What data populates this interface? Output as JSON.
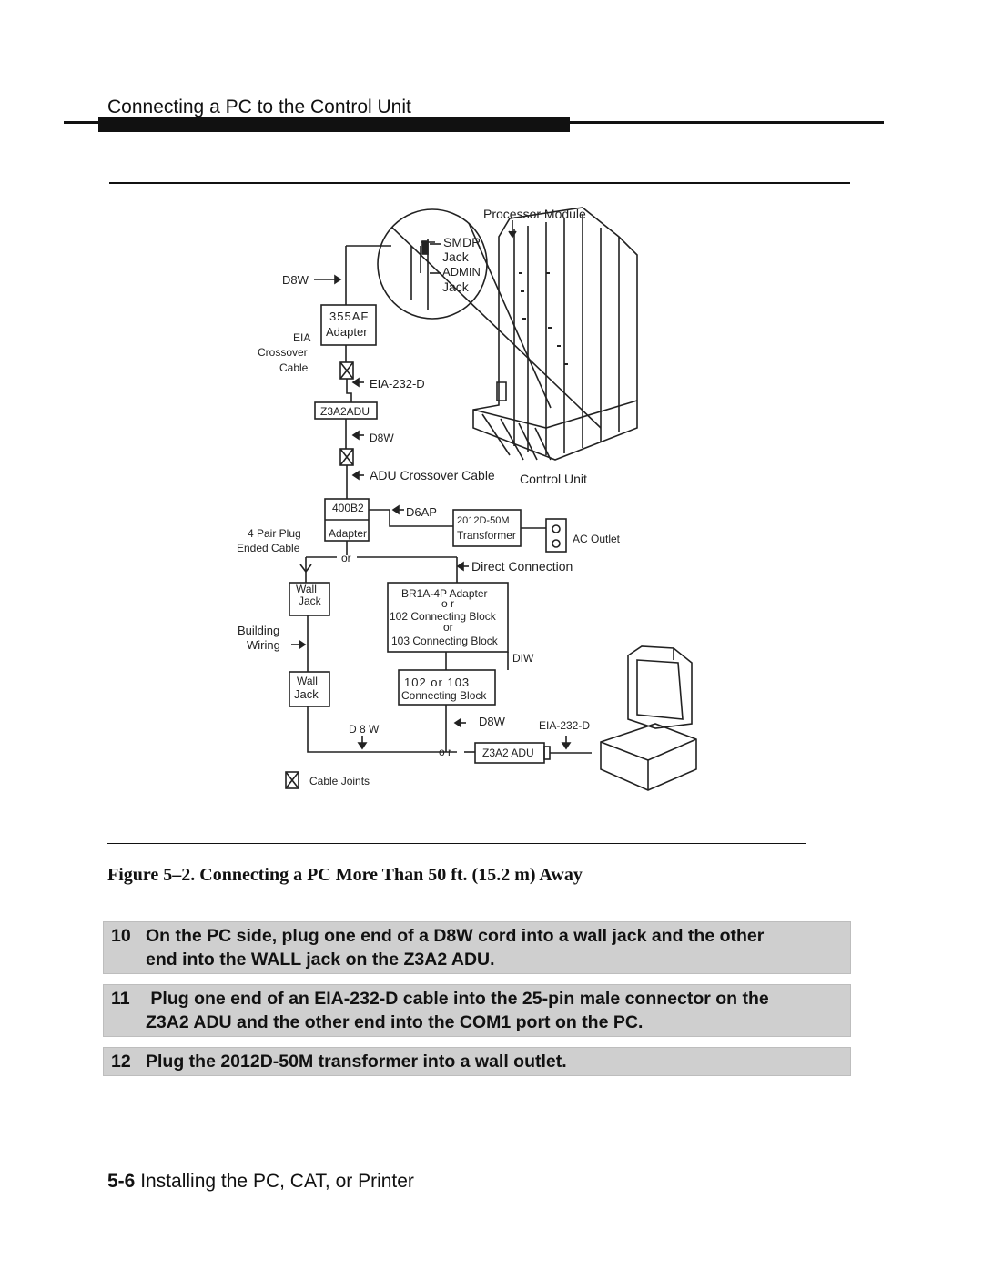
{
  "header": {
    "title": "Connecting a PC to the Control Unit"
  },
  "figure": {
    "labels": {
      "processor_module": "Processor Module",
      "smdr": "SMDR",
      "jack1": "Jack",
      "admin": "ADMIN",
      "jack2": "Jack",
      "d8w_top": "D8W",
      "adapter_355af_top": "355AF",
      "adapter_355af_bottom": "Adapter",
      "eia": "EIA",
      "crossover": "Crossover",
      "cable": "Cable",
      "eia232d_1": "EIA-232-D",
      "z3a2adu_1": "Z3A2ADU",
      "d8w_2": "D8W",
      "adu_crossover": "ADU Crossover Cable",
      "control_unit": "Control Unit",
      "adapter_400b2_top": "400B2",
      "adapter_400b2_bottom": "Adapter",
      "d6ap": "D6AP",
      "transformer_top": "2012D-50M",
      "transformer_bottom": "Transformer",
      "ac_outlet": "AC Outlet",
      "four_pair_plug": "4 Pair Plug",
      "ended_cable": "Ended Cable",
      "or_1": "or",
      "direct_connection": "Direct Connection",
      "wall_jack_1a": "Wall",
      "wall_jack_1b": "Jack",
      "br1a_adapter": "BR1A-4P  Adapter",
      "or_2": "o r",
      "block_102": "102  Connecting  Block",
      "or_3": "or",
      "block_103": "103 Connecting Block",
      "building": "Building",
      "wiring": "Wiring",
      "diw": "DIW",
      "wall_jack_2a": "Wall",
      "wall_jack_2b": "Jack",
      "block_102_103_top": "102  or  103",
      "block_102_103_bottom": "Connecting Block",
      "d8w_3": "D8W",
      "d8w_4": "D 8 W",
      "eia232d_2": "EIA-232-D",
      "or_4": "o r",
      "z3a2adu_2": "Z3A2  ADU",
      "cable_joints": "Cable  Joints"
    }
  },
  "caption": "Figure 5–2. Connecting a PC More Than 50 ft. (15.2 m) Away",
  "steps": [
    {
      "num": "10",
      "line1": "On the PC side, plug one end of a D8W cord into a wall jack and the other",
      "line2": "end into the WALL jack on the Z3A2 ADU."
    },
    {
      "num": "11",
      "line1": " Plug one end of an EIA-232-D cable into the 25-pin male connector on the",
      "line2": "Z3A2 ADU and the other end into the COM1 port on the PC."
    },
    {
      "num": "12",
      "line1": "Plug the 2012D-50M transformer into a wall outlet."
    }
  ],
  "footer": {
    "page_num": "5-6",
    "title": "Installing the PC, CAT, or Printer"
  }
}
